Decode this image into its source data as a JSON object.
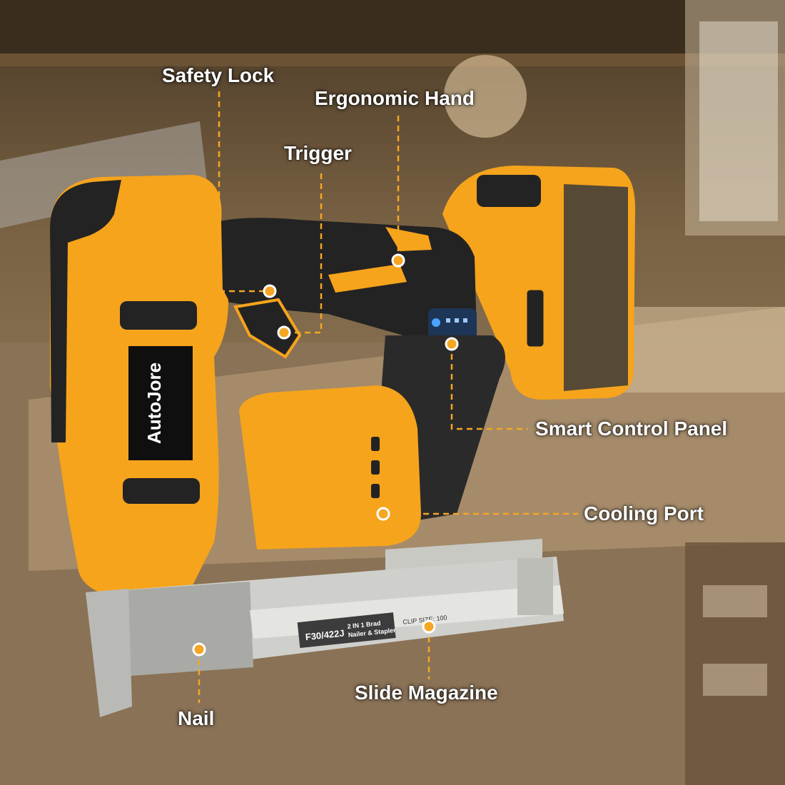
{
  "colors": {
    "tool_yellow": "#f6a41c",
    "tool_black": "#232323",
    "callout_line": "#f5a623",
    "label_text": "#ffffff"
  },
  "product": {
    "brand": "AutoJore",
    "model": "F30/422J",
    "plate_line1": "2 IN 1 Brad",
    "plate_line2": "Nailer & Stapler",
    "clip_size": "CLIP SIZE: 100"
  },
  "callouts": [
    {
      "id": "safety-lock",
      "label": "Safety Lock"
    },
    {
      "id": "ergonomic-hand",
      "label": "Ergonomic Hand"
    },
    {
      "id": "trigger",
      "label": "Trigger"
    },
    {
      "id": "smart-control-panel",
      "label": "Smart Control Panel"
    },
    {
      "id": "cooling-port",
      "label": "Cooling Port"
    },
    {
      "id": "slide-magazine",
      "label": "Slide Magazine"
    },
    {
      "id": "nail",
      "label": "Nail"
    }
  ]
}
